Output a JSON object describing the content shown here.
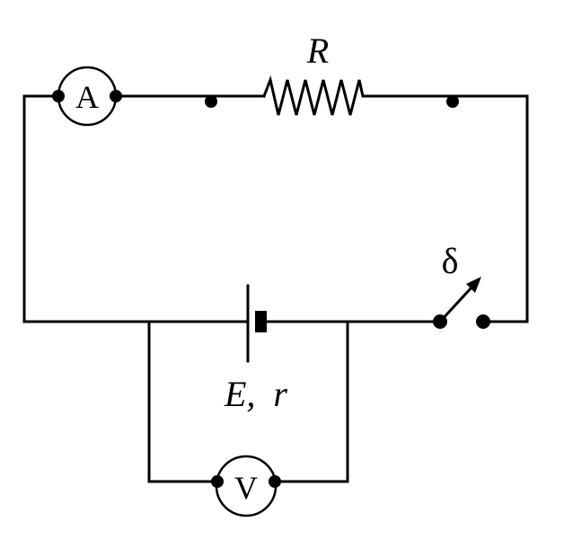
{
  "diagram": {
    "labels": {
      "resistor": "R",
      "switch": "δ",
      "source": "E,  r"
    },
    "meters": {
      "ammeter": "A",
      "voltmeter": "V"
    },
    "colors": {
      "stroke": "#000000",
      "background": "#ffffff"
    }
  }
}
